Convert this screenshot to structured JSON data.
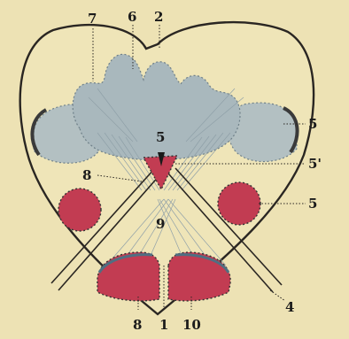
{
  "labels": {
    "l7": "7",
    "l6": "6",
    "l2": "2",
    "l5_right_upper": "5",
    "l5_center": "5",
    "l5_prime": "5'",
    "l8_left": "8",
    "l9": "9",
    "l5_right_lower": "5",
    "l4": "4",
    "l8_bottom": "8",
    "l1": "1",
    "l10": "10"
  },
  "colors": {
    "background": "#ede2b4",
    "outline": "#2a2622",
    "grey_matter": "#a9b8bd",
    "red_nuclei": "#c23c52"
  }
}
